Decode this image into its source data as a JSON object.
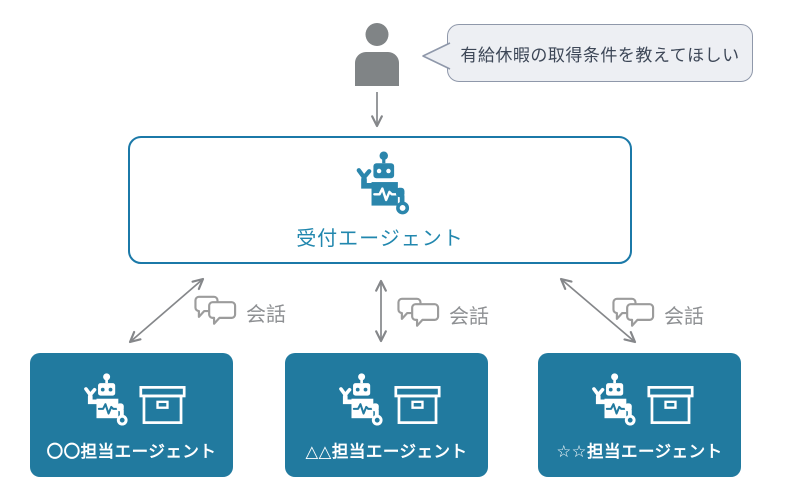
{
  "user": {
    "query": "有給休暇の取得条件を教えてほしい"
  },
  "reception_agent": {
    "label": "受付エージェント"
  },
  "connections": [
    {
      "label": "会話"
    },
    {
      "label": "会話"
    },
    {
      "label": "会話"
    }
  ],
  "agents": [
    {
      "label": "〇〇担当エージェント"
    },
    {
      "label": "△△担当エージェント"
    },
    {
      "label": "☆☆担当エージェント"
    }
  ],
  "icons": {
    "user": "person-icon",
    "reception": "robot-icon",
    "agent_icons": [
      "robot-icon",
      "archive-box-icon"
    ],
    "connection": "chat-bubbles-icon"
  },
  "colors": {
    "agent_card_teal": "#217A9F",
    "robot_teal": "#2B86AC",
    "reception_border_teal": "#1B79A8",
    "reception_text_teal": "#2187AE",
    "arrow_gray": "#85878A",
    "person_gray": "#808486",
    "chat_icon_gray": "#9C9C9C",
    "chat_label_gray": "#8E9093",
    "bubble_bg": "#EDEFF3",
    "bubble_border": "#8F98AA",
    "bubble_text": "#3D4757"
  }
}
